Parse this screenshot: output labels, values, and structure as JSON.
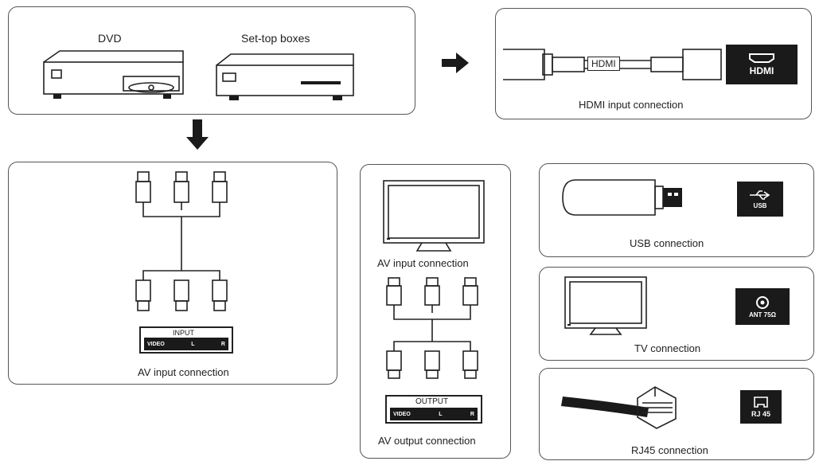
{
  "sources": {
    "dvd_label": "DVD",
    "stb_label": "Set-top boxes"
  },
  "hdmi": {
    "cable_label": "HDMI",
    "port_label": "HDMI",
    "caption": "HDMI input connection"
  },
  "av_input": {
    "panel_title": "INPUT",
    "jacks": [
      "VIDEO",
      "L",
      "R"
    ],
    "caption": "AV input connection"
  },
  "av_output": {
    "tv_caption": "AV input connection",
    "panel_title": "OUTPUT",
    "jacks": [
      "VIDEO",
      "L",
      "R"
    ],
    "caption": "AV output connection"
  },
  "usb": {
    "port_label": "USB",
    "caption": "USB connection"
  },
  "tv": {
    "port_label": "ANT 75Ω",
    "caption": "TV connection"
  },
  "rj45": {
    "port_label": "RJ 45",
    "caption": "RJ45 connection"
  },
  "icons": [
    "dvd-player-icon",
    "set-top-box-icon",
    "arrow-right-icon",
    "arrow-down-icon",
    "hdmi-cable-icon",
    "rca-cable-icon",
    "tv-icon",
    "usb-stick-icon",
    "rj45-plug-icon"
  ]
}
